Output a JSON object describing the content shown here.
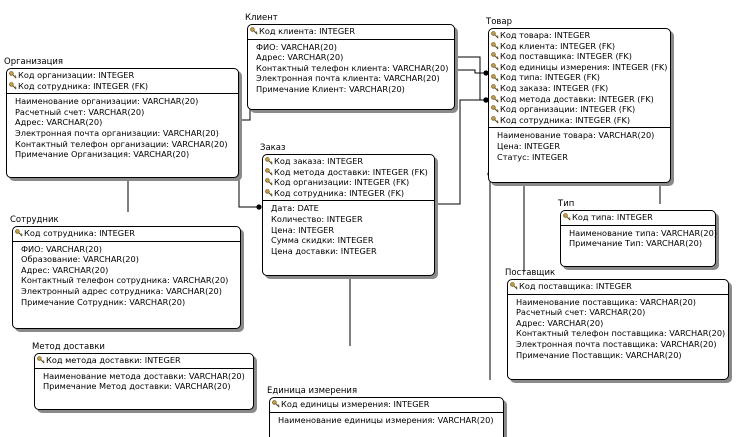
{
  "entities": {
    "klient": {
      "title": "Клиент",
      "keys": [
        "Код клиента: INTEGER"
      ],
      "attrs": [
        "ФИО: VARCHAR(20)",
        "Адрес: VARCHAR(20)",
        "Контактный телефон клиента: VARCHAR(20)",
        "Электронная почта клиента: VARCHAR(20)",
        "Примечание Клиент: VARCHAR(20)"
      ]
    },
    "tovar": {
      "title": "Товар",
      "keys": [
        "Код товара: INTEGER",
        "Код клиента: INTEGER (FK)",
        "Код поставщика: INTEGER (FK)",
        "Код единицы измерения: INTEGER (FK)",
        "Код типа: INTEGER (FK)",
        "Код заказа: INTEGER (FK)",
        "Код метода доставки: INTEGER (FK)",
        "Код организации: INTEGER (FK)",
        "Код сотрудника: INTEGER (FK)"
      ],
      "attrs": [
        "Наименование товара: VARCHAR(20)",
        "Цена: INTEGER",
        "Статус: INTEGER"
      ]
    },
    "organizaciya": {
      "title": "Организация",
      "keys": [
        "Код организации: INTEGER",
        "Код сотрудника: INTEGER (FK)"
      ],
      "attrs": [
        "Наименование организации: VARCHAR(20)",
        "Расчетный счет: VARCHAR(20)",
        "Адрес: VARCHAR(20)",
        "Электронная почта организации: VARCHAR(20)",
        "Контактный телефон организации: VARCHAR(20)",
        "Примечание Организация: VARCHAR(20)"
      ]
    },
    "zakaz": {
      "title": "Заказ",
      "keys": [
        "Код заказа: INTEGER",
        "Код метода доставки: INTEGER (FK)",
        "Код организации: INTEGER (FK)",
        "Код сотрудника: INTEGER (FK)"
      ],
      "attrs": [
        "Дата: DATE",
        "Количество: INTEGER",
        "Цена: INTEGER",
        "Сумма скидки: INTEGER",
        "Цена доставки: INTEGER"
      ]
    },
    "sotrudnik": {
      "title": "Сотрудник",
      "keys": [
        "Код сотрудника: INTEGER"
      ],
      "attrs": [
        "ФИО: VARCHAR(20)",
        "Образование: VARCHAR(20)",
        "Адрес: VARCHAR(20)",
        "Контактный телефон сотрудника: VARCHAR(20)",
        "Электронный адрес сотрудника: VARCHAR(20)",
        "Примечание Сотрудник: VARCHAR(20)"
      ]
    },
    "tip": {
      "title": "Тип",
      "keys": [
        "Код типа: INTEGER"
      ],
      "attrs": [
        "Наименование типа: VARCHAR(20)",
        "Примечание Тип: VARCHAR(20)"
      ]
    },
    "postavshchik": {
      "title": "Поставщик",
      "keys": [
        "Код поставщика: INTEGER"
      ],
      "attrs": [
        "Наименование поставщика: VARCHAR(20)",
        "Расчетный счет: VARCHAR(20)",
        "Адрес: VARCHAR(20)",
        "Контактный телефон поставщика: VARCHAR(20)",
        "Электронная почта поставщика: VARCHAR(20)",
        "Примечание Поставщик: VARCHAR(20)"
      ]
    },
    "metod": {
      "title": "Метод доставки",
      "keys": [
        "Код метода доставки: INTEGER"
      ],
      "attrs": [
        "Наименование метода доставки: VARCHAR(20)",
        "Примечание Метод доставки: VARCHAR(20)"
      ]
    },
    "edinica": {
      "title": "Единица измерения",
      "keys": [
        "Код единицы измерения: INTEGER"
      ],
      "attrs": [
        "Наименование единицы измерения: VARCHAR(20)"
      ]
    }
  },
  "colors": {
    "line": "#000000",
    "shadow": "#8a8a8a",
    "key_gold": "#c8a040"
  }
}
